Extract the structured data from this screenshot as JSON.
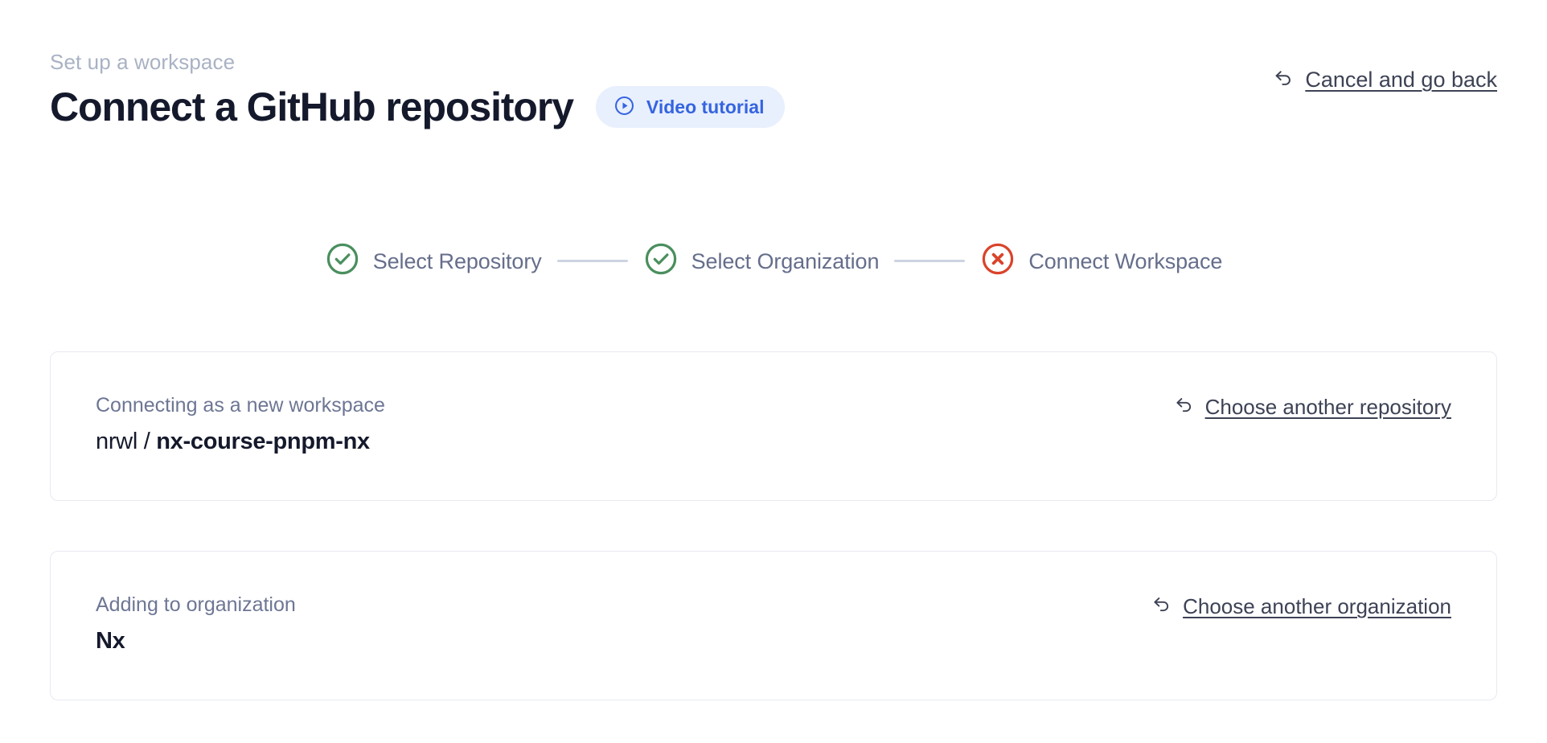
{
  "header": {
    "eyebrow": "Set up a workspace",
    "title": "Connect a GitHub repository",
    "video_badge": {
      "label": "Video tutorial",
      "icon": "play-circle-icon",
      "color": "#3564e0",
      "background": "#e8effd"
    },
    "cancel_link": {
      "label": "Cancel and go back",
      "icon": "back-arrow-icon"
    }
  },
  "stepper": {
    "steps": [
      {
        "label": "Select Repository",
        "state": "complete",
        "icon": "check-circle-icon",
        "color": "#4a8f5e"
      },
      {
        "label": "Select Organization",
        "state": "complete",
        "icon": "check-circle-icon",
        "color": "#4a8f5e"
      },
      {
        "label": "Connect Workspace",
        "state": "error",
        "icon": "x-circle-icon",
        "color": "#d9442b"
      }
    ],
    "connector_color": "#ccd4e2",
    "label_color": "#656e8b"
  },
  "cards": [
    {
      "caption": "Connecting as a new workspace",
      "owner": "nrwl",
      "separator": " / ",
      "repo": "nx-course-pnpm-nx",
      "link": {
        "label": "Choose another repository",
        "icon": "back-arrow-icon"
      }
    },
    {
      "caption": "Adding to organization",
      "value": "Nx",
      "link": {
        "label": "Choose another organization",
        "icon": "back-arrow-icon"
      }
    }
  ]
}
